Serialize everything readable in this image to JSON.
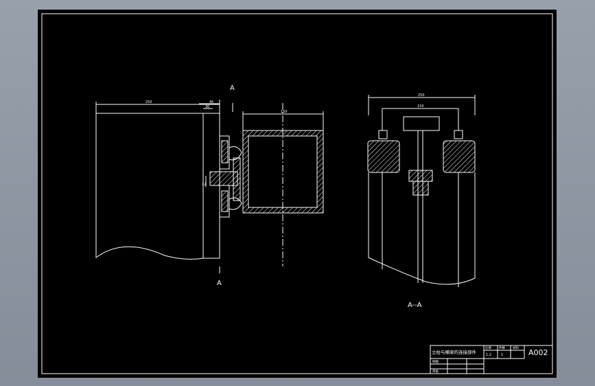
{
  "drawing": {
    "section_mark_top": "A",
    "section_mark_bottom": "A",
    "section_title": "A--A",
    "front_view": {
      "dim_width": "250",
      "dim_offset_a": "45",
      "dim_offset_b": "30",
      "dim_tube": "150",
      "dim_side": "12"
    },
    "section_view": {
      "dim_overall": "250",
      "dim_inner": "150"
    }
  },
  "title_block": {
    "part_name": "立柱与横梁的连接部件",
    "scale_label": "比例",
    "scale_value": "1:2",
    "qty_label": "件数",
    "qty_value": "1",
    "material_label": "材料",
    "drawing_no": "A002",
    "designer_label": "制图",
    "reviewer_label": "审核"
  },
  "colors": {
    "background": "#000000",
    "lines": "#ffffff",
    "frame_outer": "#8e96a3"
  }
}
